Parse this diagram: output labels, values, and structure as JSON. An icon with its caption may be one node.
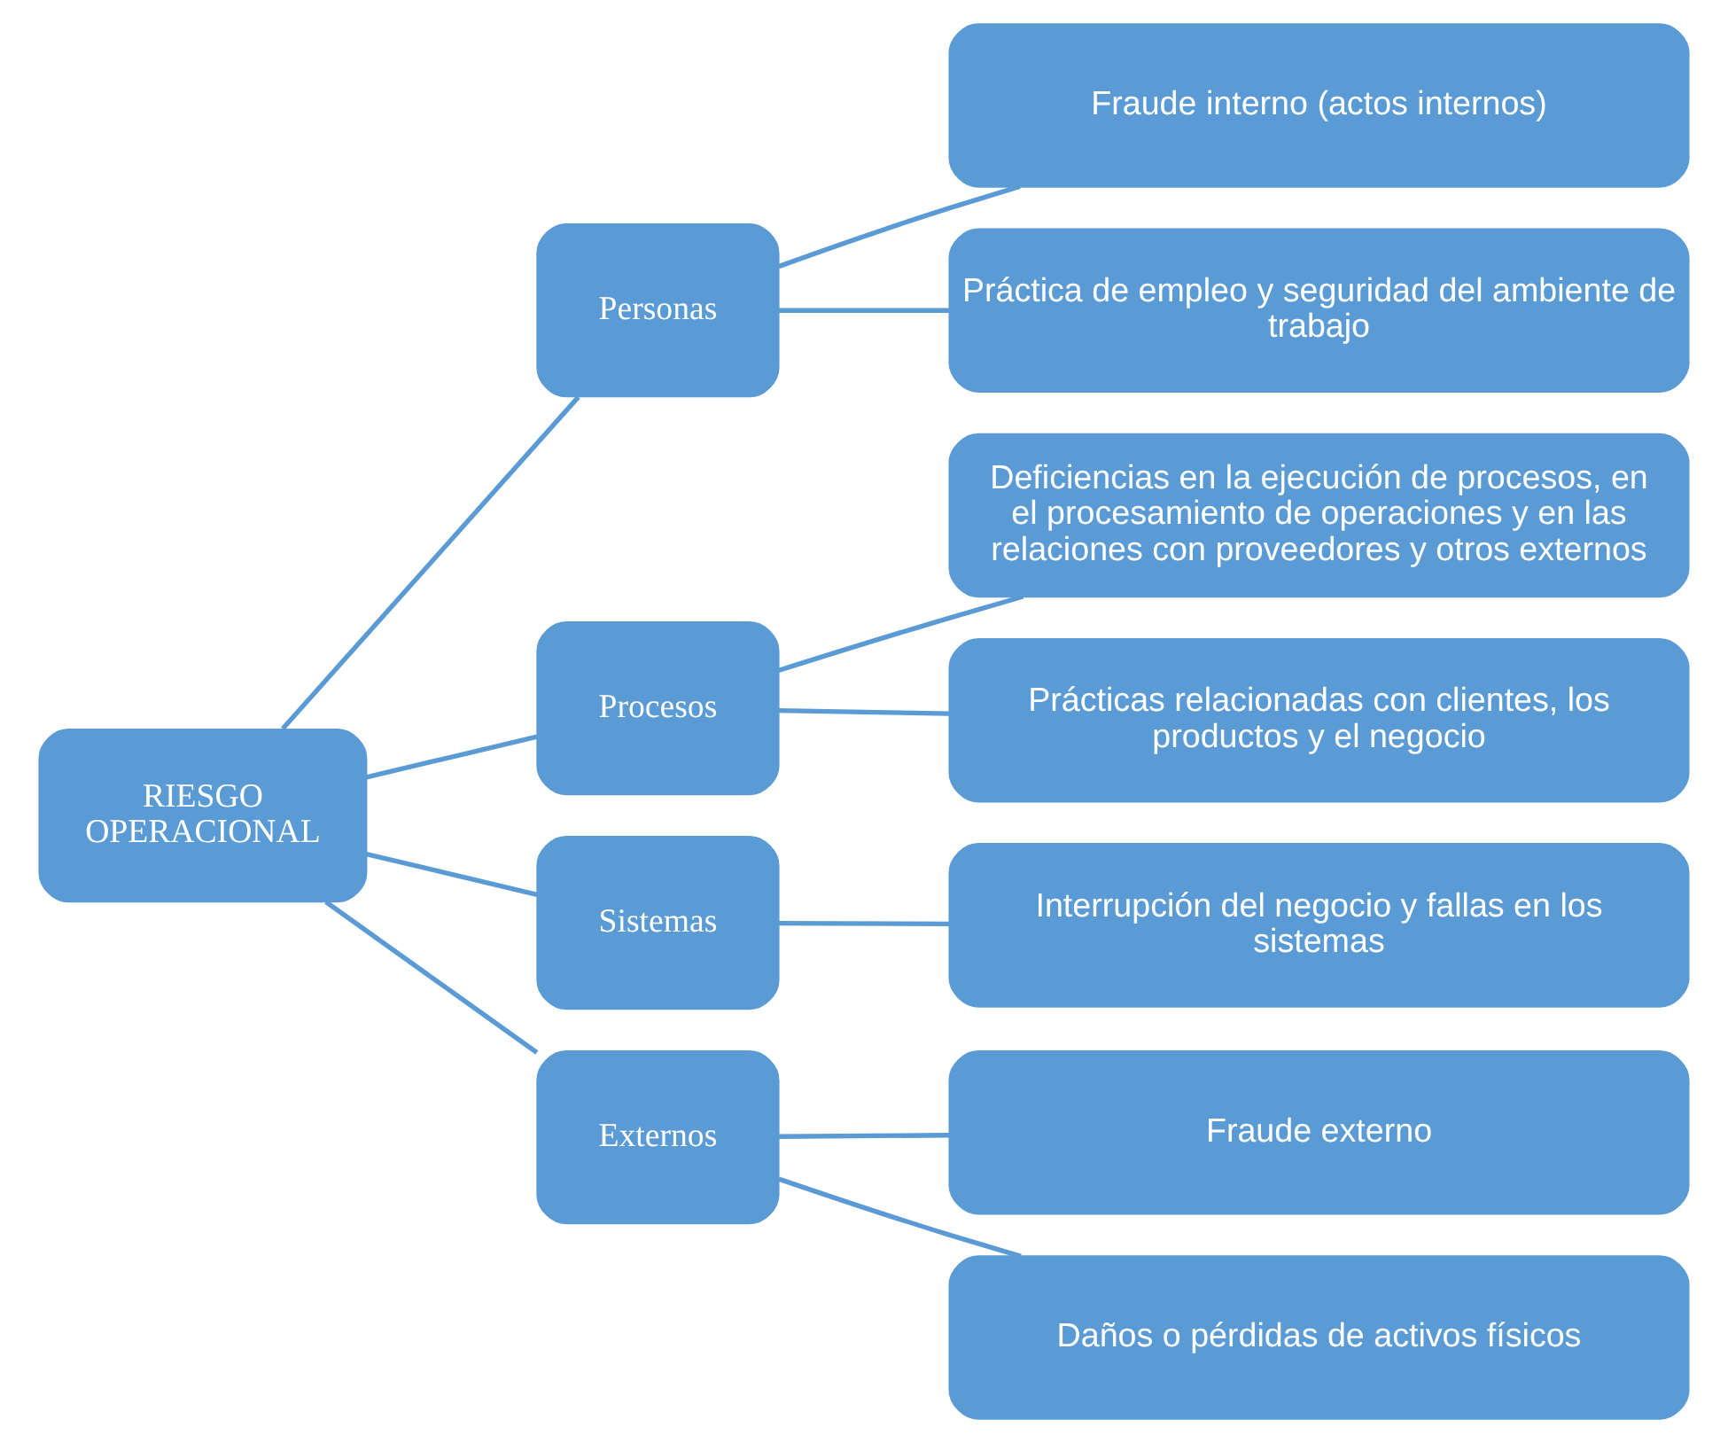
{
  "diagram": {
    "nodes": [
      {
        "text": [
          "RIESGO OPERACIONAL"
        ]
      },
      {
        "text": [
          "Personas"
        ]
      },
      {
        "text": [
          "Fraude interno (actos internos)"
        ]
      },
      {
        "text": [
          "Práctica de empleo y seguridad del ambiente de trabajo"
        ]
      },
      {
        "text": [
          "Procesos"
        ]
      },
      {
        "text": [
          "Deficiencias en la ejecución de procesos, en el procesamiento de operaciones y en las relaciones con proveedores y otros externos"
        ]
      },
      {
        "text": [
          "Prácticas relacionadas con clientes, los productos y el negocio"
        ]
      },
      {
        "text": [
          "Sistemas"
        ]
      },
      {
        "text": [
          "Interrupción del negocio y fallas en los sistemas"
        ]
      },
      {
        "text": [
          "Externos"
        ]
      },
      {
        "text": [
          "Fraude externo"
        ]
      },
      {
        "text": [
          "Daños o pérdidas de activos físicos"
        ]
      }
    ],
    "edges": [
      {
        "from": 0,
        "to": 1,
        "arrow": "none"
      },
      {
        "from": 0,
        "to": 4,
        "arrow": "none"
      },
      {
        "from": 0,
        "to": 7,
        "arrow": "none"
      },
      {
        "from": 0,
        "to": 9,
        "arrow": "none"
      },
      {
        "from": 1,
        "to": 2,
        "arrow": "none"
      },
      {
        "from": 1,
        "to": 3,
        "arrow": "none"
      },
      {
        "from": 4,
        "to": 5,
        "arrow": "none"
      },
      {
        "from": 4,
        "to": 6,
        "arrow": "none"
      },
      {
        "from": 7,
        "to": 8,
        "arrow": "none"
      },
      {
        "from": 9,
        "to": 10,
        "arrow": "none"
      },
      {
        "from": 9,
        "to": 11,
        "arrow": "none"
      }
    ]
  }
}
